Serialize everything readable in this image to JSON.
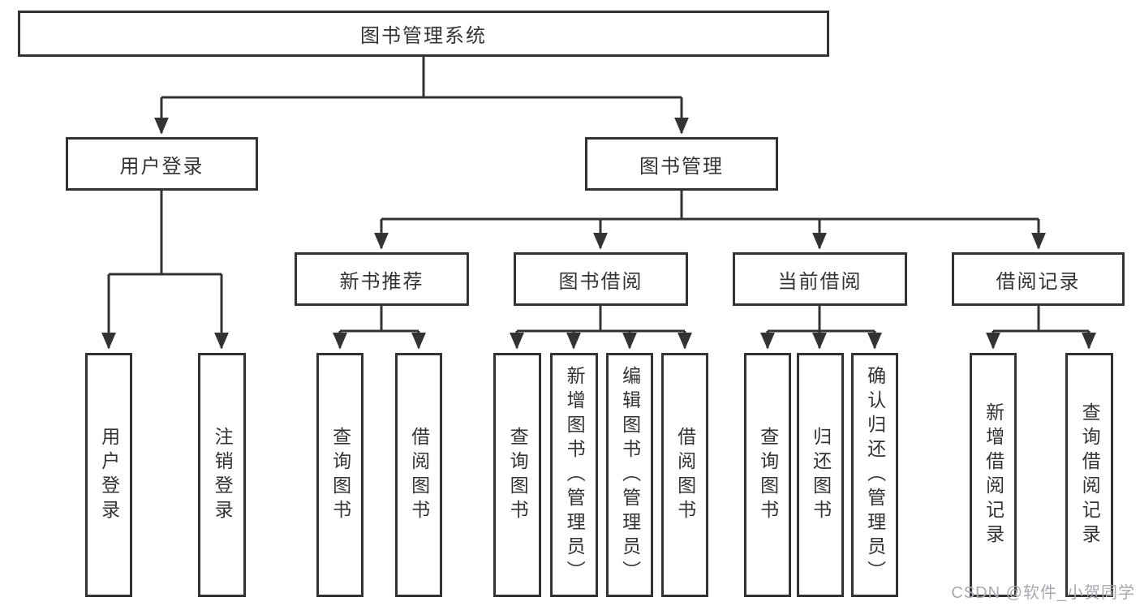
{
  "tree": {
    "label": "图书管理系统",
    "children": [
      {
        "label": "用户登录",
        "children": [
          {
            "label": "用户登录"
          },
          {
            "label": "注销登录"
          }
        ]
      },
      {
        "label": "图书管理",
        "children": [
          {
            "label": "新书推荐",
            "children": [
              {
                "label": "查询图书"
              },
              {
                "label": "借阅图书"
              }
            ]
          },
          {
            "label": "图书借阅",
            "children": [
              {
                "label": "查询图书"
              },
              {
                "label": "新增图书（管理员）"
              },
              {
                "label": "编辑图书（管理员）"
              },
              {
                "label": "借阅图书"
              }
            ]
          },
          {
            "label": "当前借阅",
            "children": [
              {
                "label": "查询图书"
              },
              {
                "label": "归还图书"
              },
              {
                "label": "确认归还（管理员）"
              }
            ]
          },
          {
            "label": "借阅记录",
            "children": [
              {
                "label": "新增借阅记录"
              },
              {
                "label": "查询借阅记录"
              }
            ]
          }
        ]
      }
    ]
  },
  "watermark": {
    "text": "CSDN @软件_小贺同学"
  },
  "colors": {
    "line": "#333333",
    "border": "#333333",
    "text": "#333333",
    "watermark": "#a8a8b0",
    "background": "#ffffff"
  }
}
